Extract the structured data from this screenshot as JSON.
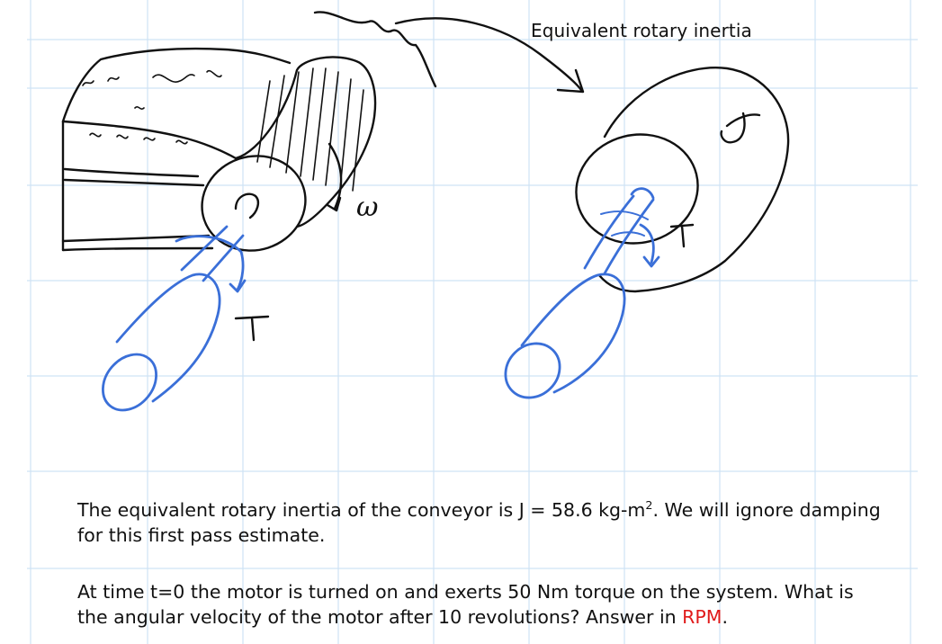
{
  "colors": {
    "grid": "#cfe3f5",
    "ink_black": "#111111",
    "ink_blue": "#3a6fd8",
    "accent_red": "#e01a1a"
  },
  "sketch": {
    "equivalent_label": "Equivalent rotary inertia",
    "omega_mark": "ω",
    "torque_left": "T",
    "torque_right": "T",
    "inertia_mark": "J"
  },
  "text": {
    "p1_before_sup": "The equivalent rotary inertia of the conveyor is J = 58.6 kg-m",
    "p1_sup": "2",
    "p1_after_sup": ". We will ignore damping for this first pass estimate.",
    "p2_main": "At time t=0 the motor is turned on and exerts 50 Nm torque on the system. What is the angular velocity of the motor after 10 revolutions? Answer in ",
    "p2_accent": "RPM",
    "p2_end": "."
  }
}
